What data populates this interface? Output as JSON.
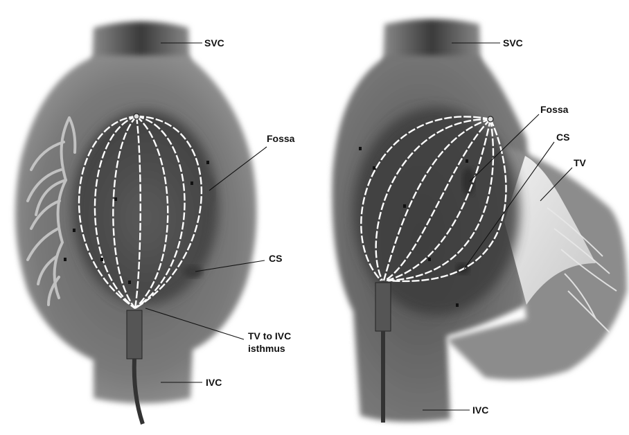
{
  "left_panel": {
    "labels": {
      "svc": "SVC",
      "fossa": "Fossa",
      "cs": "CS",
      "isthmus_line1": "TV to IVC",
      "isthmus_line2": "isthmus",
      "ivc": "IVC"
    }
  },
  "right_panel": {
    "labels": {
      "svc": "SVC",
      "fossa": "Fossa",
      "cs": "CS",
      "tv": "TV",
      "ivc": "IVC"
    }
  }
}
